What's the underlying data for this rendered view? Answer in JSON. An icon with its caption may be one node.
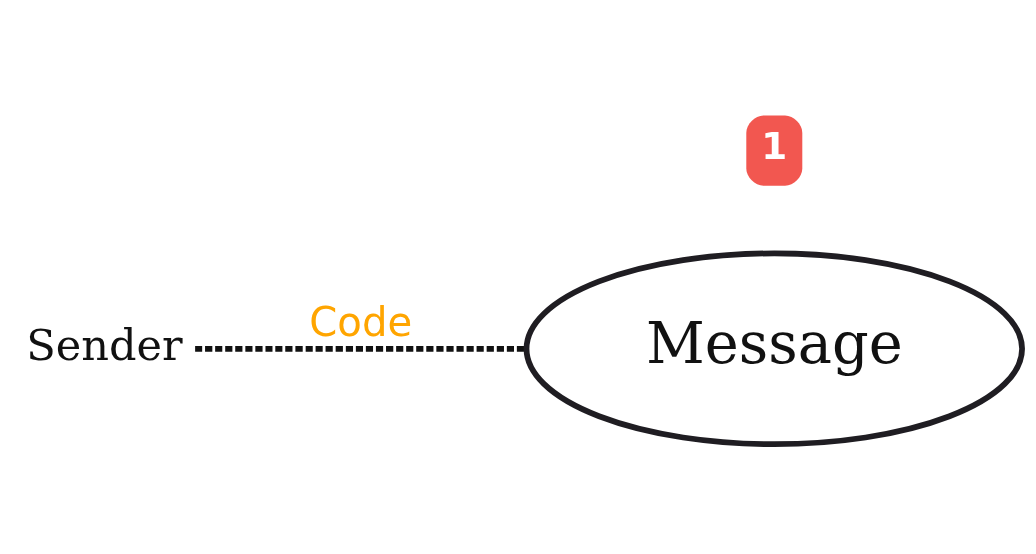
{
  "diagram": {
    "nodes": [
      {
        "text": [
          "Sender"
        ]
      },
      {
        "text": [
          "Message"
        ]
      }
    ],
    "edges": [
      {
        "from": 0,
        "to": 1,
        "arrow": "none",
        "style": "dashed",
        "label": "Code"
      }
    ],
    "labels": [
      "1"
    ]
  }
}
